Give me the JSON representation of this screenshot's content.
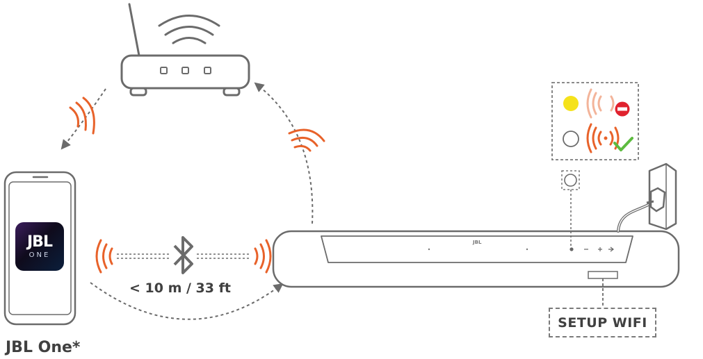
{
  "app": {
    "name": "JBL One*",
    "icon_brand": "JBL",
    "icon_sub": "ONE"
  },
  "bluetooth": {
    "range_label": "< 10 m / 33 ft"
  },
  "soundbar": {
    "logo": "JBL",
    "setup_button_label": "SETUP WIFI"
  },
  "status_legend": [
    {
      "light": "yellow",
      "meaning": "wifi-not-connected",
      "color": "#f5e21b"
    },
    {
      "light": "off",
      "meaning": "wifi-connected",
      "color": "#ffffff"
    }
  ],
  "colors": {
    "signal": "#e8622a",
    "line": "#6b6b6b",
    "error": "#e0222e",
    "ok": "#5dbb3f"
  },
  "icons": [
    "router-icon",
    "smartphone-icon",
    "bluetooth-icon",
    "signal-waves-icon",
    "power-outlet-icon",
    "no-entry-icon",
    "check-icon"
  ]
}
